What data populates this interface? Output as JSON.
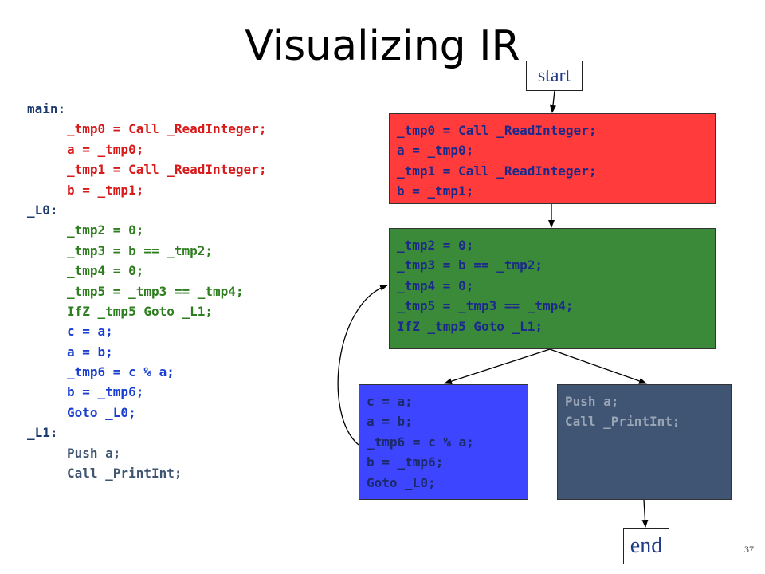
{
  "slide": {
    "title": "Visualizing IR",
    "slide_number": "37"
  },
  "code_listing": [
    {
      "text": "main:",
      "indent": false,
      "color": "#1f3b6e"
    },
    {
      "text": "_tmp0 = Call _ReadInteger;",
      "indent": true,
      "color": "#d81a1a"
    },
    {
      "text": "a = _tmp0;",
      "indent": true,
      "color": "#d81a1a"
    },
    {
      "text": "_tmp1 = Call _ReadInteger;",
      "indent": true,
      "color": "#d81a1a"
    },
    {
      "text": "b = _tmp1;",
      "indent": true,
      "color": "#d81a1a"
    },
    {
      "text": "_L0:",
      "indent": false,
      "color": "#1f3b6e"
    },
    {
      "text": "_tmp2 = 0;",
      "indent": true,
      "color": "#2e7d1f"
    },
    {
      "text": "_tmp3 = b == _tmp2;",
      "indent": true,
      "color": "#2e7d1f"
    },
    {
      "text": "_tmp4 = 0;",
      "indent": true,
      "color": "#2e7d1f"
    },
    {
      "text": "_tmp5 = _tmp3 == _tmp4;",
      "indent": true,
      "color": "#2e7d1f"
    },
    {
      "text": "IfZ _tmp5 Goto _L1;",
      "indent": true,
      "color": "#2e7d1f"
    },
    {
      "text": "c = a;",
      "indent": true,
      "color": "#1a3fd0"
    },
    {
      "text": "a = b;",
      "indent": true,
      "color": "#1a3fd0"
    },
    {
      "text": "_tmp6 = c % a;",
      "indent": true,
      "color": "#1a3fd0"
    },
    {
      "text": "b = _tmp6;",
      "indent": true,
      "color": "#1a3fd0"
    },
    {
      "text": "Goto _L0;",
      "indent": true,
      "color": "#1a3fd0"
    },
    {
      "text": "_L1:",
      "indent": false,
      "color": "#1f3b6e"
    },
    {
      "text": "Push a;",
      "indent": true,
      "color": "#3f5570"
    },
    {
      "text": "Call _PrintInt;",
      "indent": true,
      "color": "#3f5570"
    }
  ],
  "cfg": {
    "start_label": "start",
    "end_label": "end",
    "blocks": {
      "red": [
        "_tmp0 = Call _ReadInteger;",
        "a = _tmp0;",
        "_tmp1 = Call _ReadInteger;",
        "b = _tmp1;"
      ],
      "green": [
        "_tmp2 = 0;",
        "_tmp3 = b == _tmp2;",
        "_tmp4 = 0;",
        "_tmp5 = _tmp3 == _tmp4;",
        "IfZ _tmp5 Goto _L1;"
      ],
      "blue": [
        "c = a;",
        "a = b;",
        "_tmp6 = c % a;",
        "b = _tmp6;",
        "Goto _L0;"
      ],
      "slate": [
        "Push a;",
        "Call _PrintInt;"
      ]
    },
    "block_colors": {
      "red": "#ff3b3b",
      "green": "#3a8a3a",
      "blue": "#3d45ff",
      "slate": "#3f5573"
    }
  }
}
